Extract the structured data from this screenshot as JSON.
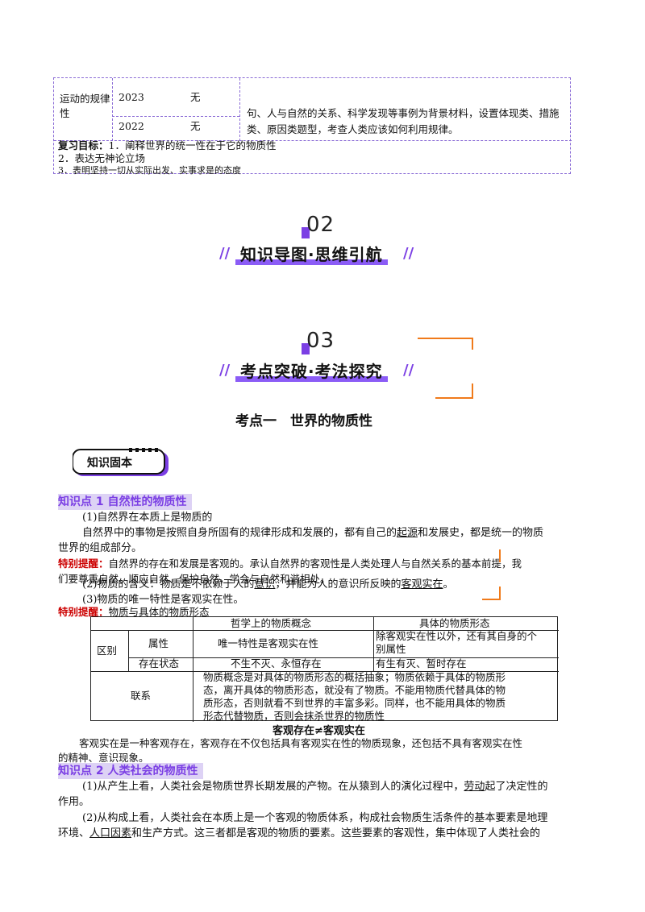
{
  "top_table": {
    "row_label": "运动的规律性",
    "year1": "2023",
    "val1": "无",
    "year2": "2022",
    "val2": "无",
    "desc": "句、人与自然的关系、科学发现等事例为背景材料，设置体现类、措施类、原因类题型，考查人类应该如何利用规律。",
    "review_label": "复习目标：",
    "review_1": "1．阐释世界的统一性在于它的物质性",
    "review_2": "2．表达无神论立场",
    "review_3": "3．表明坚持一切从实际出发、实事求是的态度"
  },
  "section2": {
    "number": "02",
    "title": "知识导图·思维引航"
  },
  "section3": {
    "number": "03",
    "title": "考点突破·考法探究"
  },
  "kaodian_title": "考点一　世界的物质性",
  "badge_label": "知识固本",
  "kp1": {
    "heading": "知识点 1  自然性的物质性",
    "p1": "(1)自然界在本质上是物质的",
    "p2a": "自然界中的事物是按照自身所固有的规律形成和发展的，都有自己的",
    "p2u": "起源",
    "p2b": "和发展史，都是统一的物质",
    "p2c": "世界的组成部分。",
    "tip_label": "特别提醒：",
    "tip1": "自然界的存在和发展是客观的。承认自然界的客观性是人类处理人与自然关系的基本前提，我",
    "tip2": "们要尊重自然、顺应自然、保护自然，学会与自然和谐相处。",
    "p3a": "(2)物质的含义：物质是不依赖于人的",
    "p3u1": "意识",
    "p3b": "，并能为人的意识所反映的",
    "p3u2": "客观实在",
    "p3c": "。",
    "p4": "(3)物质的唯一特性是客观实在性。",
    "tip2_label": "特别提醒：",
    "tip2_text": "物质与具体的物质形态"
  },
  "compare_table": {
    "h1": "哲学上的物质概念",
    "h2": "具体的物质形态",
    "qubie": "区别",
    "shuxing": "属性",
    "shuxing1": "唯一特性是客观实在性",
    "shuxing2a": "除客观实在性以外，还有其自身的个",
    "shuxing2b": "别属性",
    "cunzai": "存在状态",
    "cunzai1": "不生不灭、永恒存在",
    "cunzai2": "有生有灭、暂时存在",
    "lianxi": "联系",
    "lx1": "物质概念是对具体的物质形态的概括抽象；物质依赖于具体的物质形",
    "lx2": "态，离开具体的物质形态，就没有了物质。不能用物质代替具体的物",
    "lx3": "质形态，否则就看不到世界的丰富多彩。同样，也不能用具体的物质",
    "lx4": "形态代替物质，否则会抹杀世界的物质性"
  },
  "kgcz": {
    "title": "客观存在≠客观实在",
    "t1": "客观实在是一种客观存在，客观存在不仅包括具有客观实在性的物质现象，还包括不具有客观实在性",
    "t2": "的精神、意识现象。"
  },
  "kp2": {
    "heading": "知识点 2  人类社会的物质性",
    "p1a": "(1)从产生上看，人类社会是物质世界长期发展的产物。在从猿到人的演化过程中，",
    "p1u": "劳动",
    "p1b": "起了决定性的",
    "p1c": "作用。",
    "p2a": "(2)从构成上看，人类社会在本质上是一个客观的物质体系，构成社会物质生活条件的基本要素是地理",
    "p2b": "环境、",
    "p2u": "人口因素",
    "p2c": "和生产方式。这三者都是客观的物质的要素。这些要素的客观性，集中体现了人类社会的"
  },
  "colors": {
    "accent": "#7b3fe4",
    "orange": "#f07a1a",
    "red": "#cc0000",
    "border": "#8a6bd6"
  }
}
